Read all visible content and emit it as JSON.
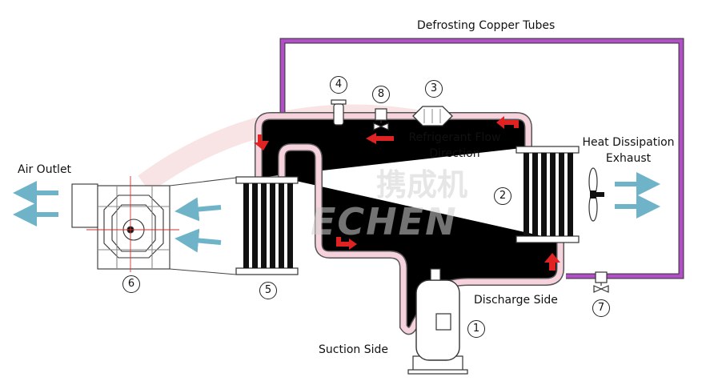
{
  "title": "Defrosting Copper Tubes",
  "labels": {
    "air_outlet": "Air Outlet",
    "flow_line1": "Refrigerant Flow",
    "flow_line2": "Direction",
    "heat_line1": "Heat Dissipation",
    "heat_line2": "Exhaust",
    "discharge": "Discharge Side",
    "suction": "Suction Side"
  },
  "components": {
    "n1": "1",
    "n2": "2",
    "n3": "3",
    "n4": "4",
    "n5": "5",
    "n6": "6",
    "n7": "7",
    "n8": "8"
  },
  "watermark": {
    "cn": "携成机",
    "en": "ECHEN"
  },
  "colors": {
    "defrost_pipe": "#b44ccc",
    "refrigerant_pipe": "#f6d2dc",
    "pipe_outline": "#555555",
    "flow_arrow": "#e02222",
    "air_arrow": "#6fb3c9"
  },
  "icons": [
    "fan-icon",
    "compressor-icon",
    "coil-icon",
    "valve-icon",
    "filter-icon",
    "air-arrow-icon",
    "flow-arrow-icon"
  ]
}
